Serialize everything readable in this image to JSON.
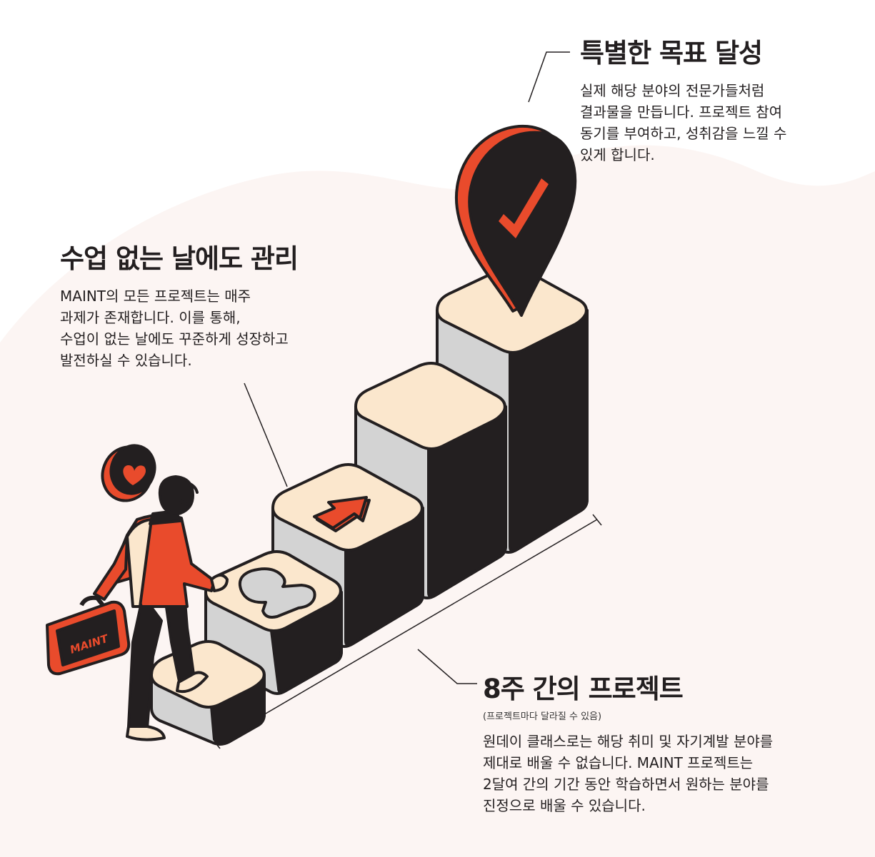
{
  "colors": {
    "accent": "#e94b2c",
    "dark": "#231f20",
    "cream": "#fbe7cd",
    "gray": "#d3d3d3",
    "background_blob": "#fcf5f3"
  },
  "icons": [
    "check-icon",
    "arrow-up-icon",
    "person-bust-icon",
    "heart-icon",
    "map-pin-icon"
  ],
  "top_section": {
    "title": "특별한 목표 달성",
    "lines": [
      "실제 해당 분야의 전문가들처럼",
      "결과물을 만듭니다. 프로젝트 참여",
      "동기를 부여하고, 성취감을 느낄 수",
      "있게 합니다."
    ]
  },
  "mid_section": {
    "title": "수업 없는 날에도 관리",
    "lines": [
      "MAINT의 모든 프로젝트는 매주",
      "과제가 존재합니다. 이를 통해,",
      "수업이 없는 날에도 꾸준하게 성장하고",
      "발전하실 수 있습니다."
    ]
  },
  "bottom_section": {
    "title": "8주 간의 프로젝트",
    "note": "(프로젝트마다 달라질 수 있음)",
    "lines": [
      "원데이 클래스로는 해당 취미 및 자기계발 분야를",
      "제대로 배울 수 없습니다. MAINT 프로젝트는",
      "2달여 간의 기간 동안 학습하면서 원하는 분야를",
      "진정으로 배울 수 있습니다."
    ]
  },
  "briefcase_label": "MAINT"
}
